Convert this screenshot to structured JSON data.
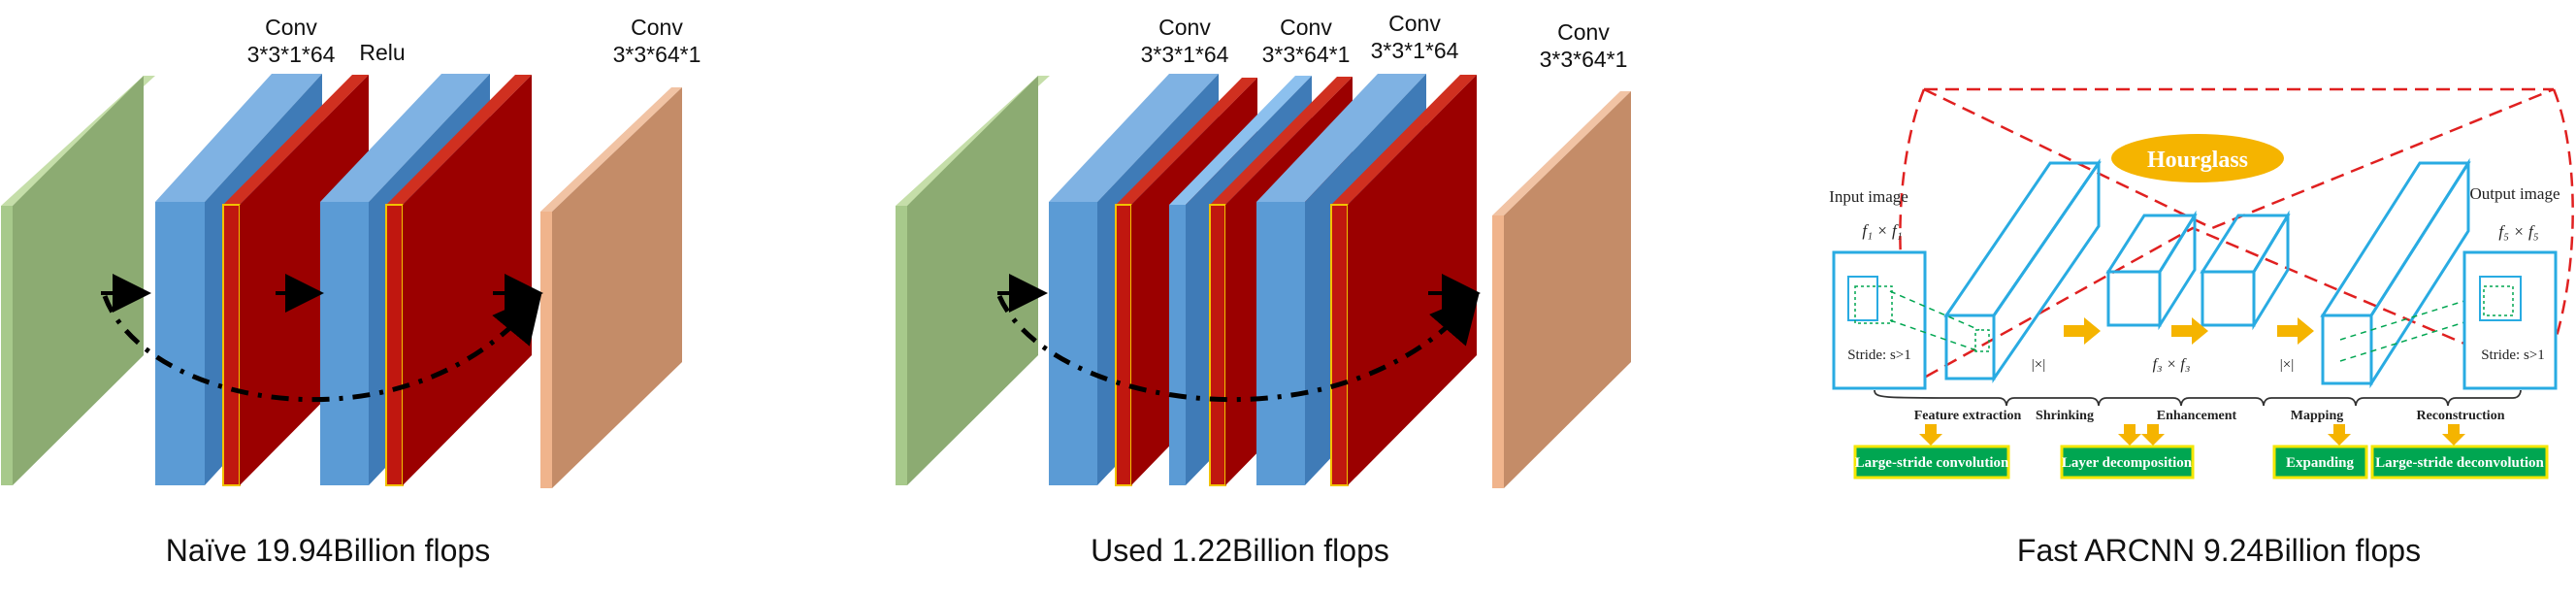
{
  "colors": {
    "input": "#8cab72",
    "conv": "#5b9bd5",
    "relu": "#9b0000",
    "output": "#c48c68",
    "gold": "#f5b400",
    "green": "#00a651",
    "cyan": "#29abe2",
    "red_dash": "#e02020"
  },
  "panels": {
    "naive": {
      "caption": "Naïve 19.94Billion flops",
      "labels": [
        "Conv",
        "3*3*1*64",
        "Relu",
        "Conv",
        "3*3*64*1"
      ]
    },
    "used": {
      "caption": "Used 1.22Billion flops",
      "labels": [
        "Conv",
        "3*3*1*64",
        "Conv",
        "3*3*64*1",
        "Conv",
        "3*3*1*64",
        "Conv",
        "3*3*64*1"
      ]
    },
    "fast_arcnn": {
      "caption": "Fast ARCNN 9.24Billion flops",
      "title_badge": "Hourglass",
      "input_label": "Input image",
      "input_size": "f₁ × f₁",
      "input_stride": "Stride: s>1",
      "output_label": "Output image",
      "output_size": "f₅ × f₅",
      "output_stride": "Stride: s>1",
      "shrink_size": "|×|",
      "enhance_size": "f₃ × f₃",
      "map_size": "|×|",
      "stages": [
        "Feature extraction",
        "Shrinking",
        "Enhancement",
        "Mapping",
        "Reconstruction"
      ],
      "improvements": [
        "Large-stride convolution",
        "Layer decomposition",
        "Expanding",
        "Large-stride deconvolution"
      ]
    }
  }
}
